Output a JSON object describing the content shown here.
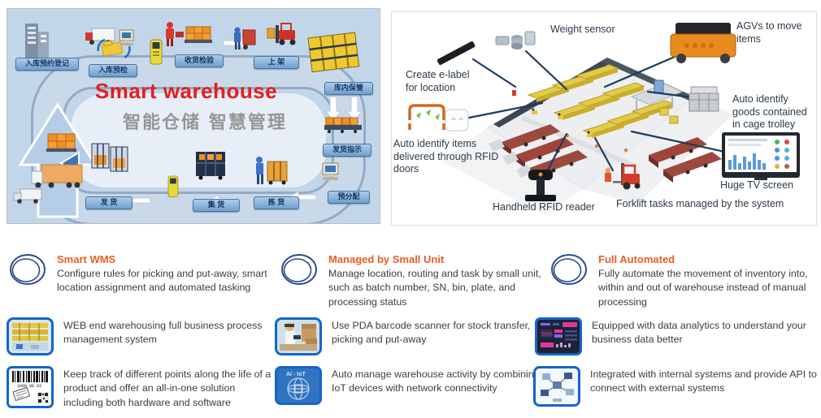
{
  "left_diagram": {
    "title": "Smart warehouse",
    "subtitle": "智能仓储 智慧管理",
    "title_color": "#e31e1e",
    "stages": [
      "入库预约登记",
      "入库预检",
      "收货检验",
      "上 架",
      "库内保管",
      "发货指示",
      "预分配",
      "拣 货",
      "集 货",
      "发 货"
    ],
    "icons": [
      "office-building-icon",
      "inbound-truck-icon",
      "cycle-arrows-icon",
      "document-folder-icon",
      "desktop-computer-icon",
      "handheld-scanner-icon",
      "receiving-worker-icon",
      "pallet-goods-icon",
      "hand-truck-worker-icon",
      "forklift-icon",
      "pallet-rack-icon",
      "conveyor-goods-icon",
      "allocation-computer-icon",
      "picking-worker-icon",
      "roll-cage-icon",
      "carton-stack-icon",
      "cage-trolley-icon",
      "container-truck-icon",
      "delivery-truck-icon"
    ]
  },
  "right_diagram": {
    "callouts": [
      {
        "id": "weight-sensor",
        "label": "Weight sensor"
      },
      {
        "id": "agv",
        "label": "AGVs to move\nitems"
      },
      {
        "id": "e-label",
        "label": "Create e-label\nfor location"
      },
      {
        "id": "cage-trolley",
        "label": "Auto identify\ngoods contained\nin cage trolley"
      },
      {
        "id": "rfid-doors",
        "label": "Auto identify items\ndelivered through RFID\ndoors"
      },
      {
        "id": "handheld-rfid",
        "label": "Handheld RFID reader"
      },
      {
        "id": "forklift-tasks",
        "label": "Forklift tasks managed by the system"
      },
      {
        "id": "tv-screen",
        "label": "Huge TV screen"
      }
    ],
    "label_color": "#2c3a49",
    "leader_line_color": "#1e3a5f"
  },
  "features": {
    "heading_color": "#ee5b22",
    "columns": [
      {
        "items": [
          {
            "heading": "Smart WMS",
            "text": "Configure rules for picking and put-away, smart\nlocation assignment and automated tasking",
            "icon": "double-ring-icon"
          },
          {
            "text": "WEB end warehousing full business process\nmanagement system",
            "icon": "warehouse-rack-photo-icon"
          },
          {
            "text": "Keep track of different points along the life of a\nproduct and offer an all-in-one solution\nincluding both hardware and software",
            "icon": "barcode-qr-icon",
            "icon_text": "1998 08 03"
          }
        ]
      },
      {
        "items": [
          {
            "heading": "Managed by Small Unit",
            "text": "Manage location, routing and task by small unit,\nsuch as batch number, SN, bin, plate, and\nprocessing status",
            "icon": "double-ring-icon"
          },
          {
            "text": "Use PDA barcode scanner for stock transfer,\npicking and put-away",
            "icon": "pda-scanner-photo-icon"
          },
          {
            "text": "Auto manage warehouse activity by combining\nIoT devices with network connectivity",
            "icon": "ai-iot-globe-icon",
            "icon_text": "AI - IoT"
          }
        ]
      },
      {
        "items": [
          {
            "heading": "Full Automated",
            "text": "Fully automate the movement of inventory into,\nwithin and out of warehouse instead of manual\nprocessing",
            "icon": "double-ring-icon"
          },
          {
            "text": "Equipped with data analytics to understand your\nbusiness data better",
            "icon": "analytics-dashboard-icon"
          },
          {
            "text": "Integrated with internal systems and provide API to\nconnect with external systems",
            "icon": "integration-network-icon"
          }
        ]
      }
    ]
  }
}
